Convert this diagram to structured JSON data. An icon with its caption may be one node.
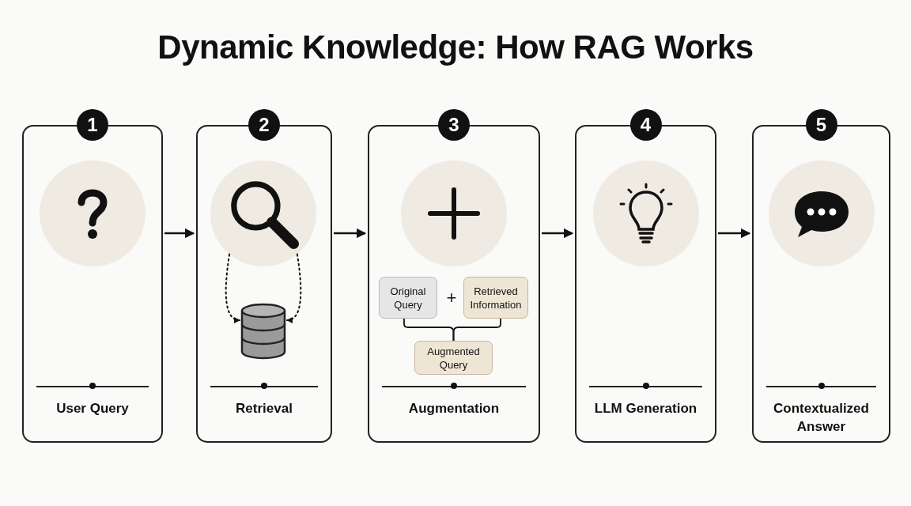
{
  "diagram": {
    "title": "Dynamic Knowledge: How RAG Works",
    "nodes": [
      {
        "text": [
          "1",
          "User Query"
        ]
      },
      {
        "text": [
          "2",
          "Retrieval"
        ]
      },
      {
        "text": [],
        "shape": "circle",
        "in": 1
      },
      {
        "text": [],
        "shape": "cylinder",
        "in": 1
      },
      {
        "text": [
          "3",
          "Augmentation"
        ]
      },
      {
        "text": [
          "Original Query"
        ],
        "in": 4
      },
      {
        "text": [
          "Retrieved Information"
        ],
        "in": 4
      },
      {
        "text": [
          "Augmented Query"
        ],
        "in": 4
      },
      {
        "text": [
          "4",
          "LLM Generation"
        ]
      },
      {
        "text": [
          "5",
          "Contextualized Answer"
        ]
      }
    ],
    "edges": [
      {
        "from": 0,
        "to": 1,
        "arrow": "to"
      },
      {
        "from": 1,
        "to": 4,
        "arrow": "to"
      },
      {
        "from": 4,
        "to": 8,
        "arrow": "to"
      },
      {
        "from": 8,
        "to": 9,
        "arrow": "to"
      },
      {
        "from": 2,
        "to": 3,
        "arrow": "to",
        "style": "dashed"
      },
      {
        "from": 2,
        "to": 3,
        "arrow": "to",
        "style": "dashed"
      },
      {
        "from": 5,
        "to": 7,
        "arrow": "none"
      },
      {
        "from": 6,
        "to": 7,
        "arrow": "none"
      }
    ],
    "labels": [
      "+"
    ]
  }
}
